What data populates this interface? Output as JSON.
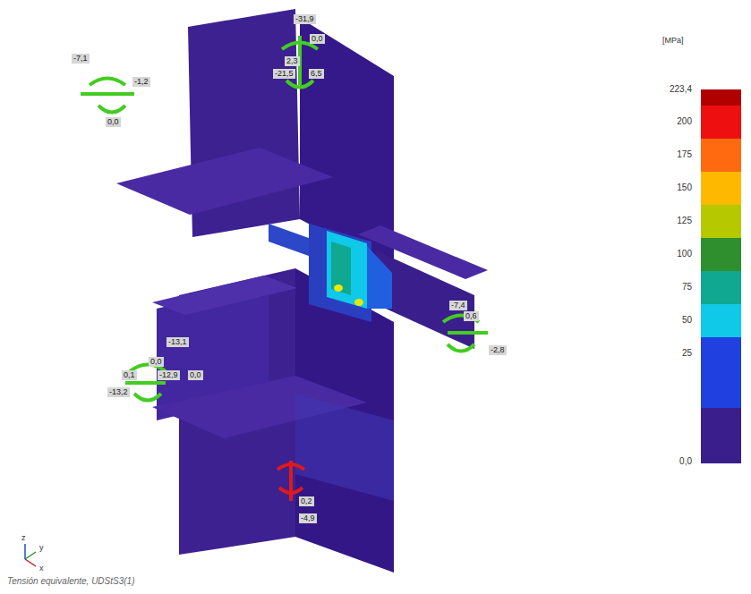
{
  "diagram": {
    "caption": "Tensión equivalente, UDStS3(1)",
    "labels": [
      "[MPa]",
      "-7,1",
      "-1,2",
      "0,0",
      "-31,9",
      "0,0",
      "2,3",
      "-21,5",
      "6,5",
      "-7,4",
      "0,6",
      "-2,8",
      "-13,1",
      "0,0",
      "0,1",
      "-12,9",
      "0,0",
      "-13,2",
      "0,2",
      "-4,9",
      "z",
      "y",
      "x"
    ],
    "legend": [
      {
        "text": "223,4",
        "color": "#b00000"
      },
      {
        "text": "200",
        "color": "#ee1010"
      },
      {
        "text": "175",
        "color": "#ff6a10"
      },
      {
        "text": "150",
        "color": "#ffb800"
      },
      {
        "text": "125",
        "color": "#b6c800"
      },
      {
        "text": "100",
        "color": "#2f8f2f"
      },
      {
        "text": "75",
        "color": "#10a890"
      },
      {
        "text": "50",
        "color": "#10c8e8"
      },
      {
        "text": "25",
        "color": "#2040e0"
      },
      {
        "text": "0,0",
        "color": "#3a1f8c"
      }
    ]
  }
}
